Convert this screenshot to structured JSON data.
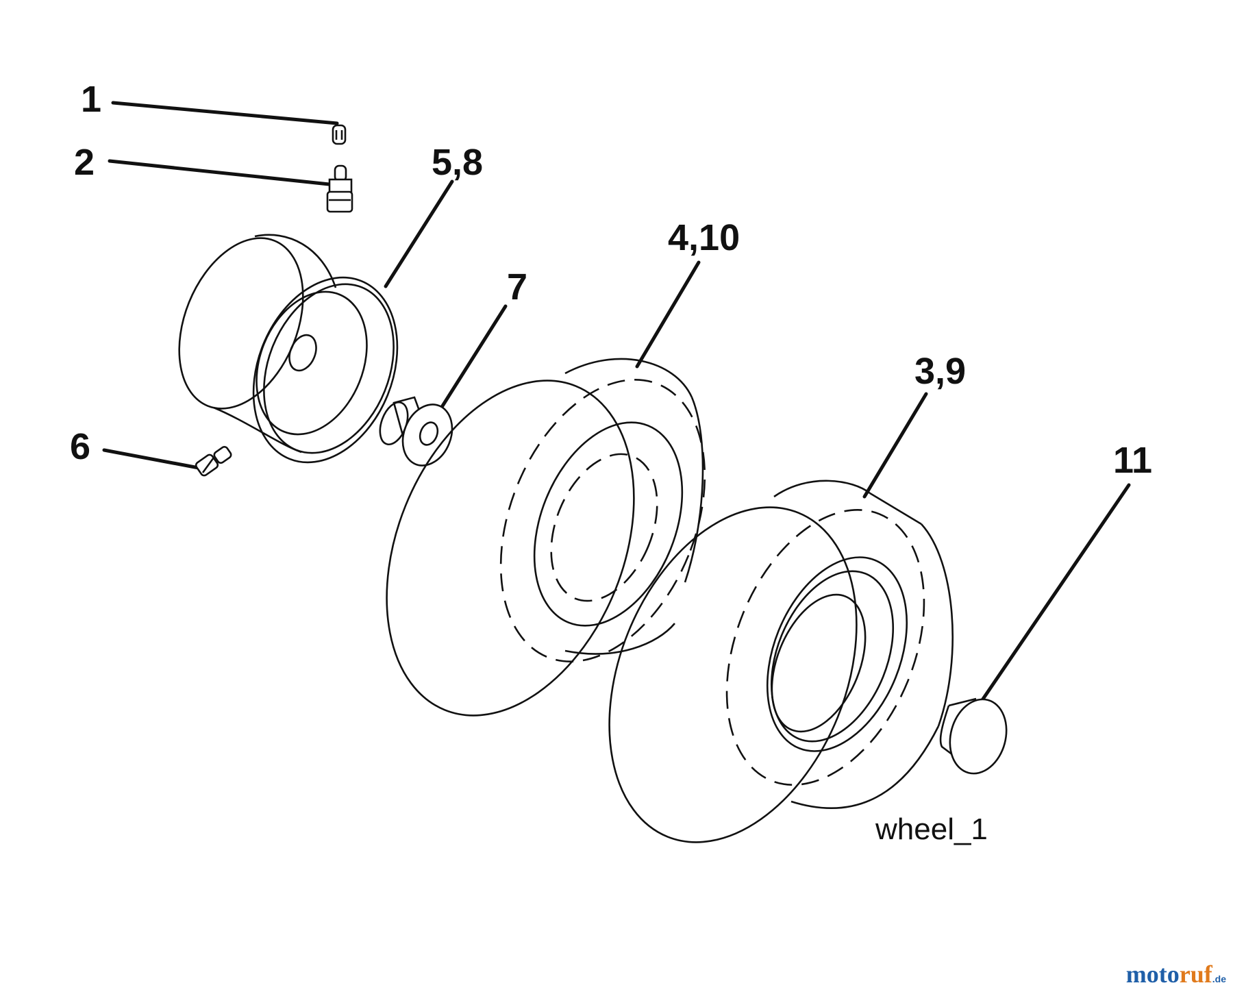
{
  "diagram": {
    "callouts": [
      {
        "id": "1",
        "label": "1"
      },
      {
        "id": "2",
        "label": "2"
      },
      {
        "id": "5-8",
        "label": "5,8"
      },
      {
        "id": "7",
        "label": "7"
      },
      {
        "id": "4-10",
        "label": "4,10"
      },
      {
        "id": "3-9",
        "label": "3,9"
      },
      {
        "id": "6",
        "label": "6"
      },
      {
        "id": "11",
        "label": "11"
      }
    ],
    "caption": "wheel_1"
  },
  "watermark": {
    "moto": "moto",
    "ruf": "ruf",
    "tld": ".de",
    "colors": {
      "moto": "#1f5fa8",
      "ruf": "#e07a1c"
    }
  }
}
